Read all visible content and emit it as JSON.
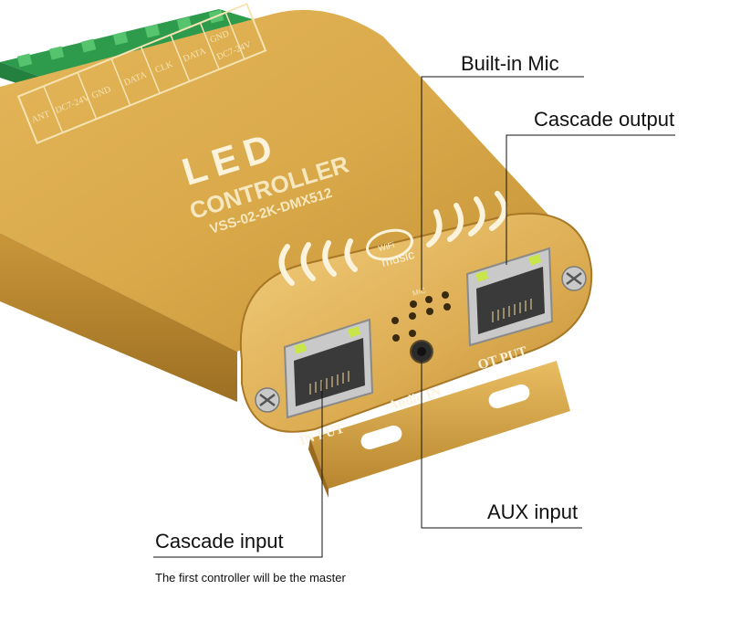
{
  "callouts": {
    "builtin_mic": "Built-in Mic",
    "cascade_output": "Cascade output",
    "aux_input": "AUX input",
    "cascade_input": "Cascade input",
    "cascade_input_note": "The first controller will be the master"
  },
  "device": {
    "brand_line": "LED",
    "product_line": "CONTROLLER",
    "model": "VSS-02-2K-DMX512",
    "wifi_text": "WiFi",
    "music_text": "music",
    "mic_text": "MIC",
    "input_port_label": "IN PUT",
    "output_port_label": "OT PUT",
    "audio_label": "Audio IN",
    "terminal_labels": [
      "ANT",
      "DC7-24V",
      "GND",
      "DATA",
      "CLK",
      "DATA",
      "GND",
      "DC7-24V"
    ]
  },
  "colors": {
    "gold_body": "#d9a94a",
    "gold_light": "#f0c973",
    "gold_dark": "#b07f2a",
    "terminal_green": "#3fae5a",
    "leader_line": "#111111"
  }
}
